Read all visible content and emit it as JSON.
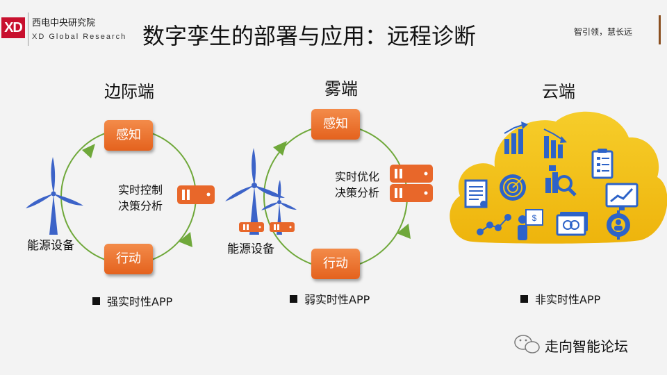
{
  "header": {
    "logo_text": "XD",
    "org_cn": "西电中央研究院",
    "org_en": "XD Global Research",
    "title": "数字孪生的部署与应用：远程诊断",
    "slogan": "智引领，慧长远"
  },
  "sections": [
    {
      "title": "边际端",
      "perceive_label": "感知",
      "act_label": "行动",
      "center_line1": "实时控制",
      "center_line2": "决策分析",
      "device_label": "能源设备",
      "app_label": "强实时性APP"
    },
    {
      "title": "雾端",
      "perceive_label": "感知",
      "act_label": "行动",
      "center_line1": "实时优化",
      "center_line2": "决策分析",
      "device_label": "能源设备",
      "app_label": "弱实时性APP"
    },
    {
      "title": "云端",
      "app_label": "非实时性APP"
    }
  ],
  "watermark": "走向智能论坛",
  "colors": {
    "accent_orange": "#e8672a",
    "cycle_green": "#6fa83a",
    "turbine_blue": "#3c63c8",
    "cloud_yellow": "#f3c21a",
    "icon_blue": "#2d63c8",
    "logo_red": "#c8102e"
  }
}
